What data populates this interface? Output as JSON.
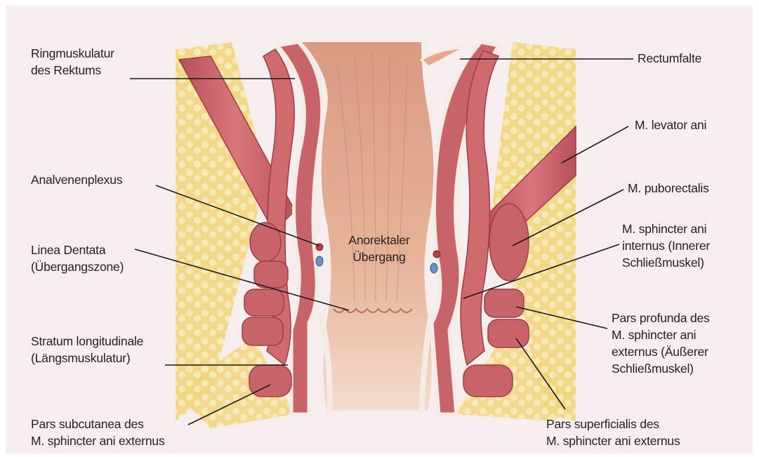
{
  "labels": {
    "ringmuskulatur": [
      "Ringmuskulatur",
      "des Rektums"
    ],
    "analvenenplexus": [
      "Analvenenplexus"
    ],
    "linea_dentata": [
      "Linea Dentata",
      "(Übergangszone)"
    ],
    "stratum": [
      "Stratum longitudinale",
      "(Längsmuskulatur)"
    ],
    "pars_subcutanea": [
      "Pars subcutanea des",
      "M. sphincter ani externus"
    ],
    "rectumfalte": [
      "Rectumfalte"
    ],
    "levator_ani": [
      "M. levator ani"
    ],
    "puborectalis": [
      "M. puborectalis"
    ],
    "sphincter_internus": [
      "M. sphincter ani",
      "internus (Innerer",
      "Schließmuskel)"
    ],
    "pars_profunda": [
      "Pars profunda des",
      "M. sphincter ani",
      "externus (Äußerer",
      "Schließmuskel)"
    ],
    "pars_superficialis": [
      "Pars superficialis des",
      "M. sphincter ani externus"
    ],
    "anorektal": [
      "Anorektaler",
      "Übergang"
    ]
  },
  "colors": {
    "background": "#f6eeee",
    "fat": "#f2d57e",
    "muscle": "#c9636a",
    "muscle_dark": "#a8474f",
    "mucosa": "#e3a88e",
    "wall": "#efe3d6",
    "leader_line": "#1a1a1a",
    "vein_red": "#c23b3b",
    "vein_blue": "#6e8fc7"
  }
}
